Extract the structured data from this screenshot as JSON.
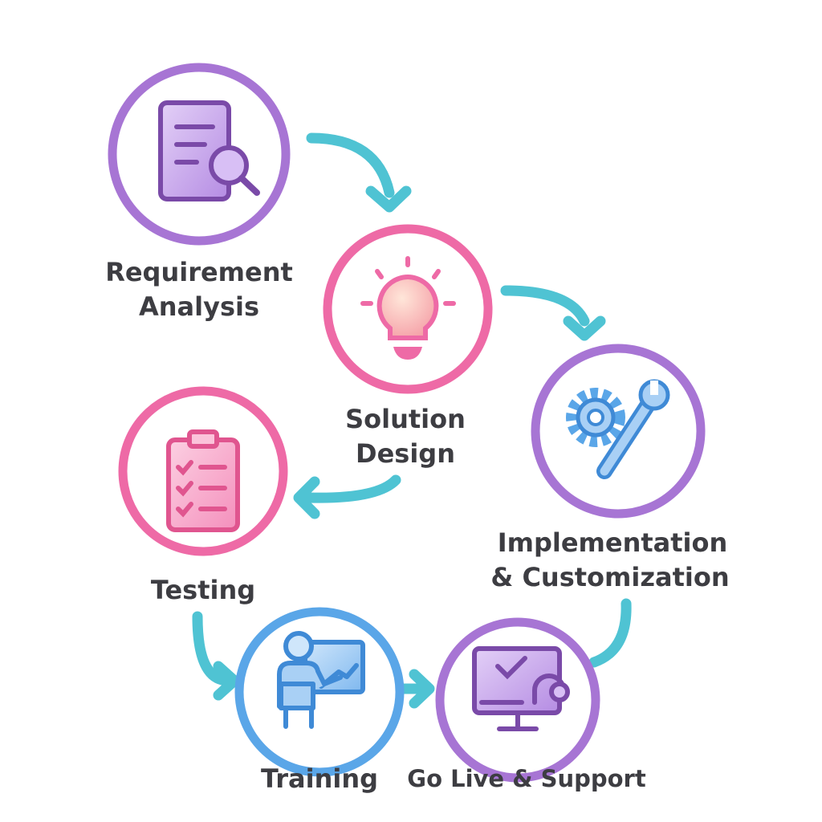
{
  "diagram": {
    "colors": {
      "purple": "#a775d4",
      "pink": "#ee6aa6",
      "blue": "#5aa6e8",
      "arrow": "#4fc3d3",
      "text": "#3d3d42"
    },
    "steps": [
      {
        "id": "requirement",
        "lines": [
          "Requirement",
          "Analysis"
        ],
        "icon": "document-search-icon"
      },
      {
        "id": "design",
        "lines": [
          "Solution",
          "Design"
        ],
        "icon": "lightbulb-icon"
      },
      {
        "id": "implementation",
        "lines": [
          "Implementation",
          "& Customization"
        ],
        "icon": "gear-wrench-icon"
      },
      {
        "id": "testing",
        "lines": [
          "Testing"
        ],
        "icon": "clipboard-checklist-icon"
      },
      {
        "id": "training",
        "lines": [
          "Training"
        ],
        "icon": "presenter-board-icon"
      },
      {
        "id": "golive",
        "lines": [
          "Go Live & Support"
        ],
        "icon": "monitor-headset-icon"
      }
    ]
  }
}
